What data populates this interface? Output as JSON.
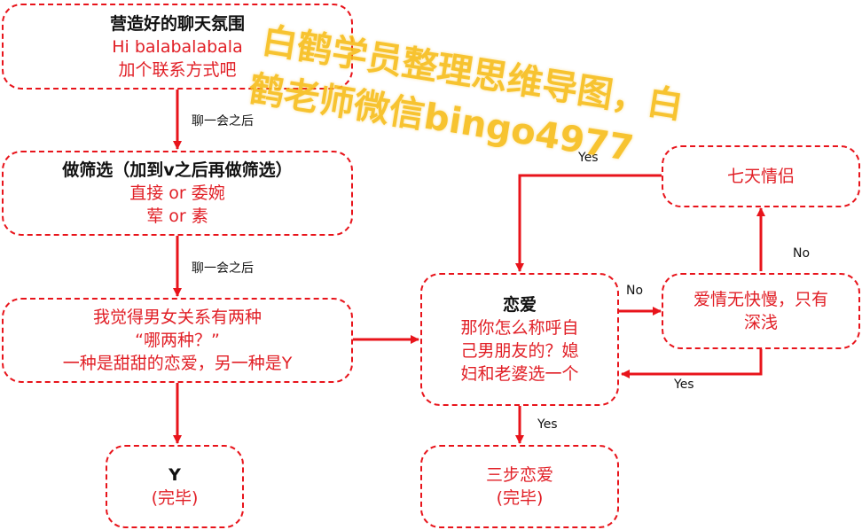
{
  "colors": {
    "accent": "#e8141b",
    "text_red": "#e11f26",
    "text_dark": "#111111",
    "watermark": "#f7bd1a"
  },
  "nodes": {
    "atmosphere": {
      "title": "营造好的聊天氛围",
      "lines": [
        "Hi balabalabala",
        "加个联系方式吧"
      ]
    },
    "filter": {
      "title": "做筛选（加到v之后再做筛选）",
      "lines": [
        "直接 or 委婉",
        "荤 or 素"
      ]
    },
    "relationship": {
      "lines": [
        "我觉得男女关系有两种",
        "“哪两种？”",
        "一种是甜甜的恋爱，另一种是Y"
      ]
    },
    "y_end": {
      "title": "Y",
      "lines": [
        "(完毕)"
      ]
    },
    "love": {
      "title": "恋爱",
      "lines": [
        "那你怎么称呼自",
        "己男朋友的？媳",
        "妇和老婆选一个"
      ]
    },
    "three_step": {
      "lines": [
        "三步恋爱",
        "(完毕)"
      ]
    },
    "depth": {
      "lines": [
        "爱情无快慢，只有",
        "深浅"
      ]
    },
    "seven_days": {
      "lines": [
        "七天情侣"
      ]
    }
  },
  "edge_labels": {
    "chat_after_1": "聊一会之后",
    "chat_after_2": "聊一会之后",
    "seven_to_love_yes": "Yes",
    "love_to_depth_no": "No",
    "depth_to_seven_no": "No",
    "depth_to_love_yes": "Yes",
    "love_to_three_yes": "Yes"
  },
  "watermark": {
    "line1": "白鹤学员整理思维导图，白",
    "line2": "鹤老师微信bingo4977"
  }
}
